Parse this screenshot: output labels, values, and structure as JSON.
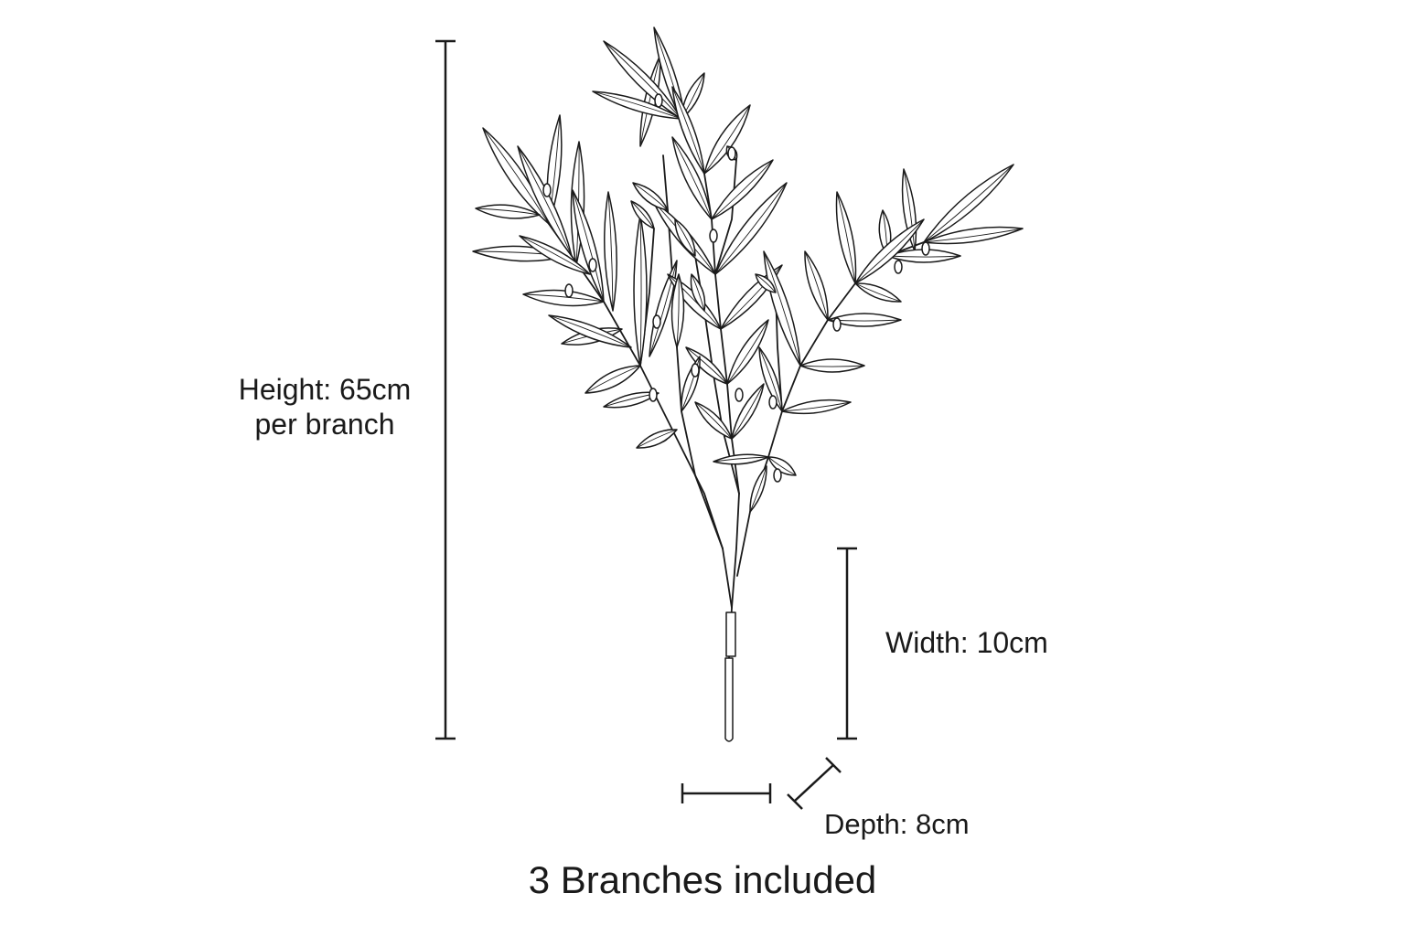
{
  "dimensions": {
    "height_line1": "Height: 65cm",
    "height_line2": "per branch",
    "width": "Width: 10cm",
    "depth": "Depth: 8cm"
  },
  "caption": "3 Branches included",
  "colors": {
    "line": "#1a1a1a",
    "background": "#ffffff"
  }
}
